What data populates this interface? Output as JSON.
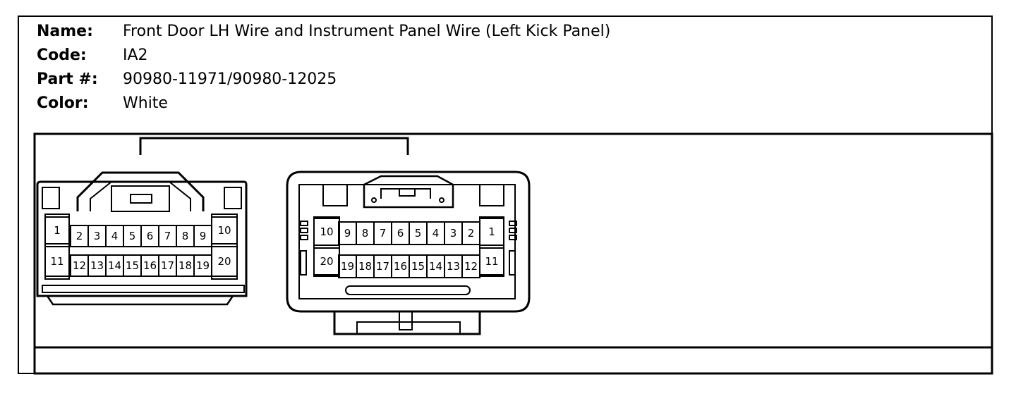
{
  "info": {
    "name_label": "Name:",
    "name_value": "Front Door LH Wire and Instrument Panel Wire (Left Kick Panel)",
    "code_label": "Code:",
    "code_value": "IA2",
    "part_label": "Part #:",
    "part_value": "90980-11971/90980-12025",
    "color_label": "Color:",
    "color_value": "White"
  },
  "connectors": {
    "left": {
      "row1": [
        "1",
        "2",
        "3",
        "4",
        "5",
        "6",
        "7",
        "8",
        "9",
        "10"
      ],
      "row2": [
        "11",
        "12",
        "13",
        "14",
        "15",
        "16",
        "17",
        "18",
        "19",
        "20"
      ]
    },
    "right": {
      "row1": [
        "10",
        "9",
        "8",
        "7",
        "6",
        "5",
        "4",
        "3",
        "2",
        "1"
      ],
      "row2": [
        "20",
        "19",
        "18",
        "17",
        "16",
        "15",
        "14",
        "13",
        "12",
        "11"
      ]
    }
  }
}
